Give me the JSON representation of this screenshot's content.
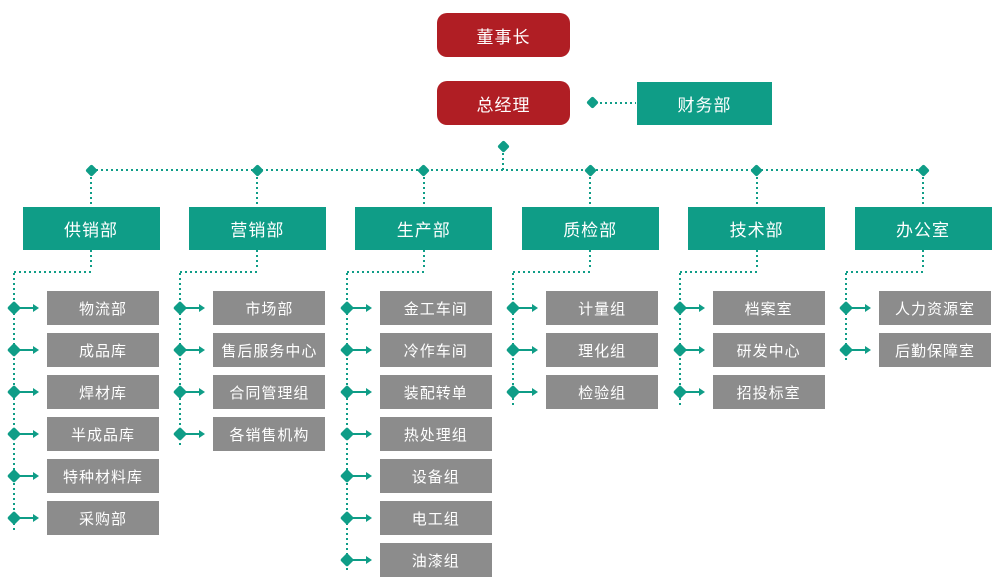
{
  "colors": {
    "red": "#b01e24",
    "teal": "#0f9d87",
    "gray": "#8c8c8c",
    "box_text": "#ffffff",
    "background": "#ffffff"
  },
  "nodes": {
    "chairman": "董事长",
    "general_manager": "总经理",
    "finance": "财务部"
  },
  "departments": [
    {
      "label": "供销部",
      "children": [
        "物流部",
        "成品库",
        "焊材库",
        "半成品库",
        "特种材料库",
        "采购部"
      ]
    },
    {
      "label": "营销部",
      "children": [
        "市场部",
        "售后服务中心",
        "合同管理组",
        "各销售机构"
      ]
    },
    {
      "label": "生产部",
      "children": [
        "金工车间",
        "冷作车间",
        "装配转单",
        "热处理组",
        "设备组",
        "电工组",
        "油漆组"
      ]
    },
    {
      "label": "质检部",
      "children": [
        "计量组",
        "理化组",
        "检验组"
      ]
    },
    {
      "label": "技术部",
      "children": [
        "档案室",
        "研发中心",
        "招投标室"
      ]
    },
    {
      "label": "办公室",
      "children": [
        "人力资源室",
        "后勤保障室"
      ]
    }
  ]
}
